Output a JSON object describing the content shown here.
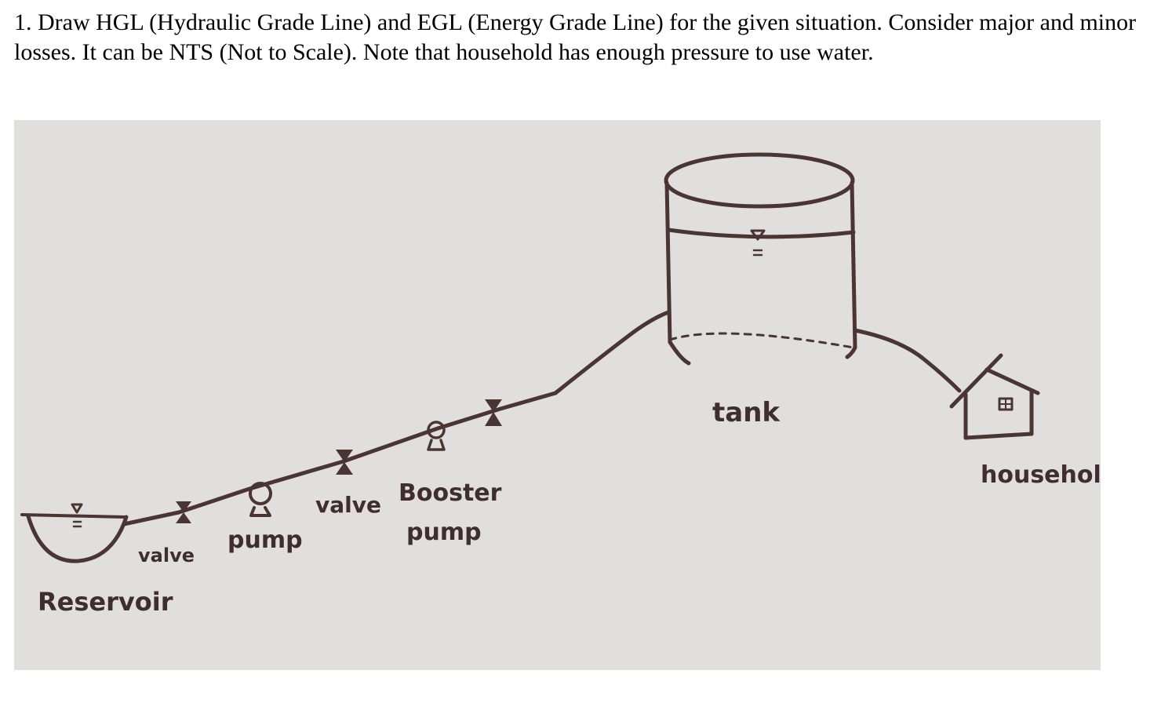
{
  "question": {
    "text": "1. Draw HGL (Hydraulic Grade Line) and EGL (Energy Grade Line) for the given situation.  Consider major and minor losses. It can be NTS (Not to Scale).  Note that household has enough pressure to use water."
  },
  "figure": {
    "ink_color": "#4a3436",
    "paper_color": "#e0dfdd",
    "labels": {
      "reservoir": "Reservoir",
      "valve_1": "valve",
      "pump": "pump",
      "valve_2": "valve",
      "booster_line1": "Booster",
      "booster_line2": "pump",
      "tank": "tank",
      "household": "household"
    },
    "symbols": {
      "water_surface": "water-surface-triangle-icon",
      "valve": "valve-bowtie-icon",
      "pump": "pump-circle-icon",
      "house": "house-icon"
    }
  }
}
